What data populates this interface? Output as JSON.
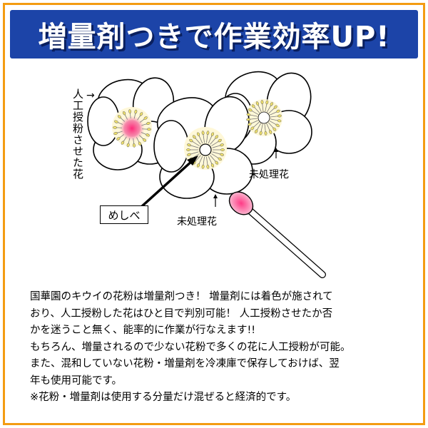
{
  "banner": {
    "title": "増量剤つきで作業効率UP!",
    "background_color": "#1c44a8"
  },
  "frame_color": "#f39c12",
  "labels": {
    "pollinated_flower": "人工授粉させた花",
    "untreated_flower_right": "未処理花",
    "untreated_flower_center": "未処理花",
    "pistil": "めしべ"
  },
  "description": [
    "国華園のキウイの花粉は増量剤つき！ 増量剤には着色が施されて",
    "おり、人工授粉した花はひと目で判別可能！  人工授粉させたか否",
    "かを迷うこと無く、能率的に作業が行なえます!!",
    "もちろん、増量されるので少ない花粉で多くの花に人工授粉が可能。",
    "また、混和していない花粉・増量剤を冷凍庫で保存しておけば、翌",
    "年も使用可能です。",
    "※花粉・増量剤は使用する分量だけ混ぜると経済的です。"
  ],
  "colors": {
    "pollen_pink": "#f06a9a",
    "stamen_yellow": "#f2e36b"
  }
}
